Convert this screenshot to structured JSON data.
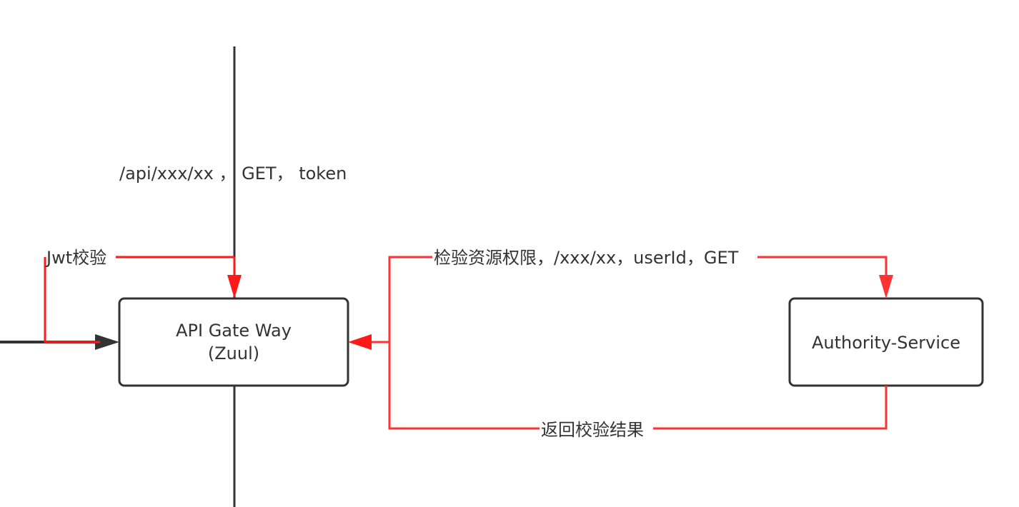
{
  "nodes": {
    "gateway": {
      "line1": "API Gate Way",
      "line2": "(Zuul)"
    },
    "authority": {
      "label": "Authority-Service"
    }
  },
  "edges": {
    "request": {
      "label": "/api/xxx/xx ， GET， token",
      "color": "#333333"
    },
    "jwt": {
      "label": "Jwt校验",
      "color": "#ff1a1a"
    },
    "check_permission": {
      "label": "检验资源权限，/xxx/xx，userId，GET",
      "color": "#ff3333"
    },
    "return_result": {
      "label": "返回校验结果",
      "color": "#ff3333"
    }
  }
}
